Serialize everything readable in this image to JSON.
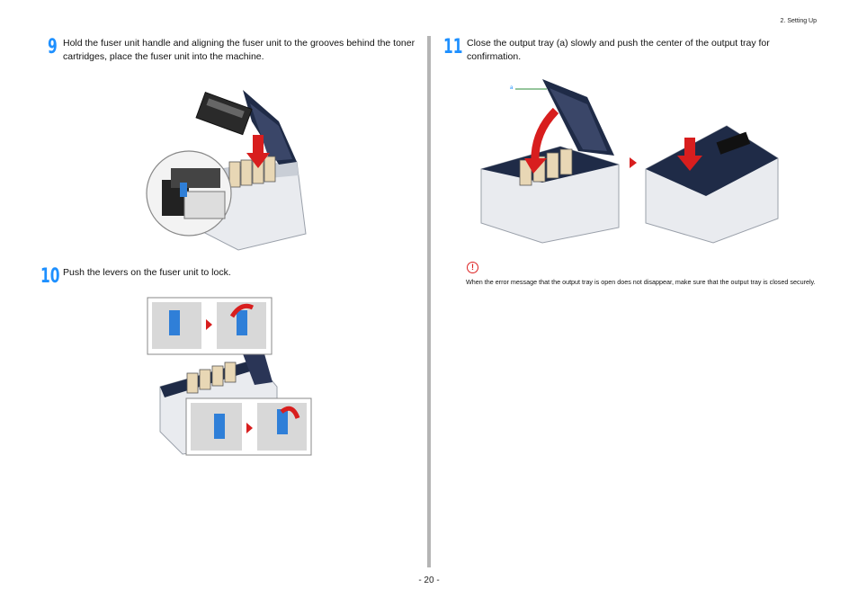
{
  "header": {
    "section": "2. Setting Up"
  },
  "steps": [
    {
      "number": "9",
      "text": "Hold the fuser unit handle and aligning the fuser unit to the grooves behind the toner cartridges, place the fuser unit into the machine."
    },
    {
      "number": "10",
      "text": "Push the levers on the fuser unit to lock."
    },
    {
      "number": "11",
      "text": "Close the output tray (a) slowly and push the center of the output tray for confirmation."
    }
  ],
  "callout": {
    "label": "a"
  },
  "note": {
    "icon": "caution-icon",
    "text": "When the error message that the output tray is open does not disappear, make sure that the output tray is closed securely."
  },
  "footer": {
    "page": "- 20 -"
  },
  "colors": {
    "accent": "#1e90ff",
    "arrow": "#d81e1e",
    "printer_top": "#23304f",
    "lever": "#2f7fd8"
  }
}
